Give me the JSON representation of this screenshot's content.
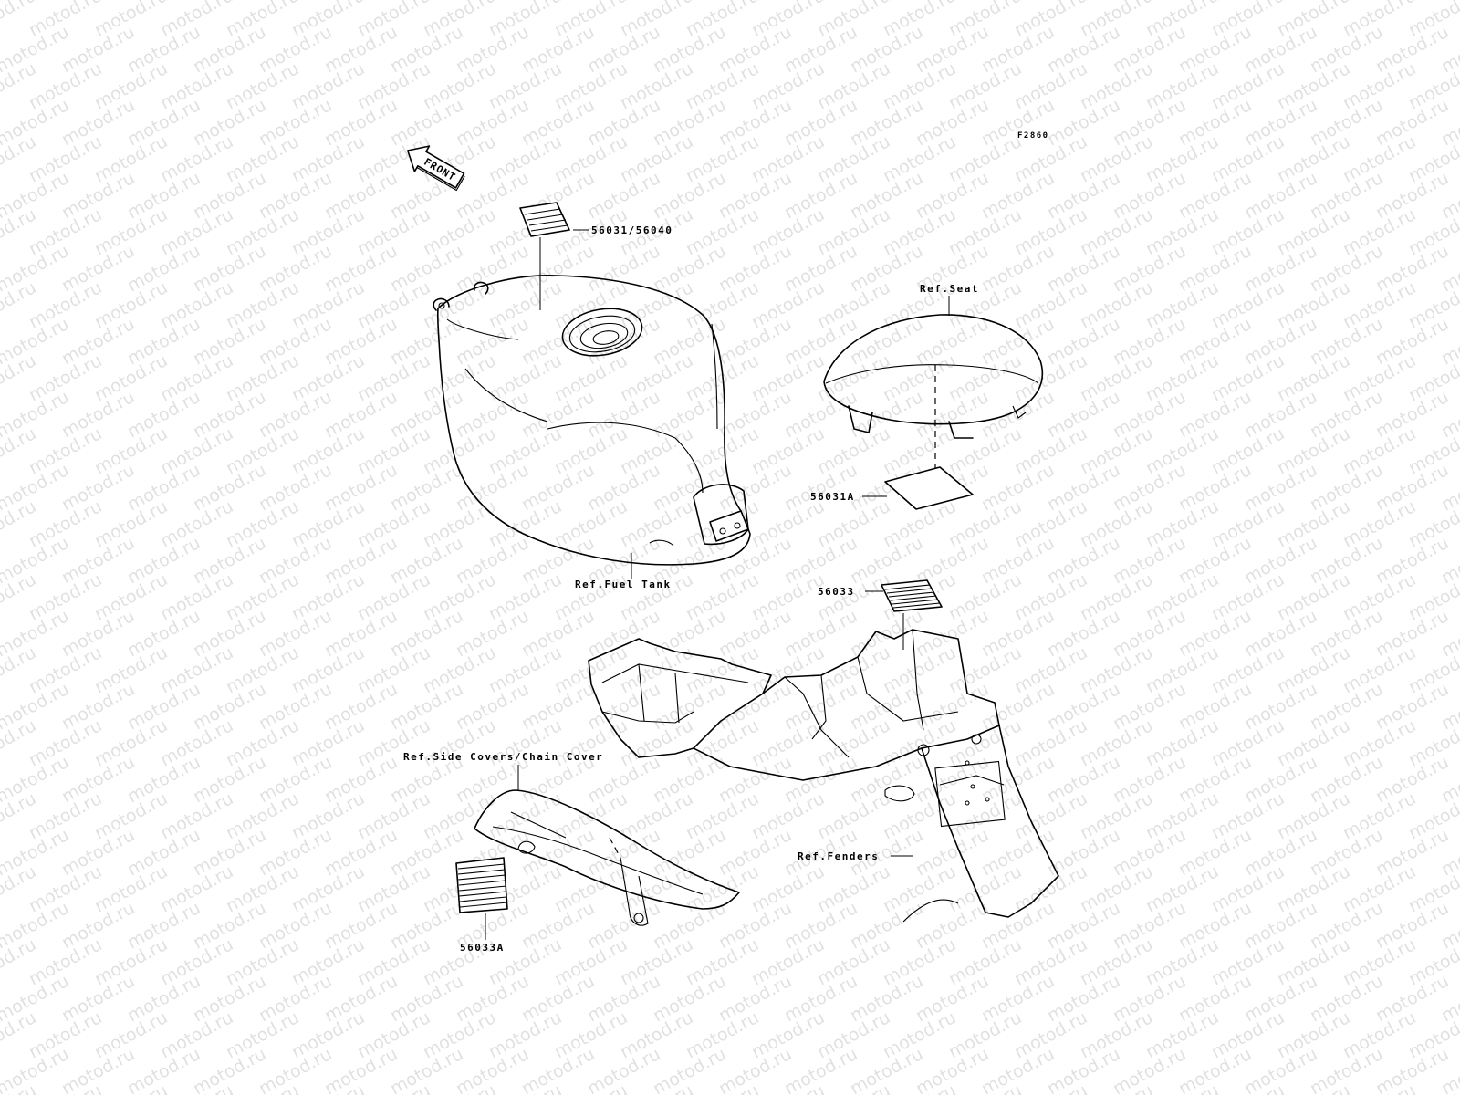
{
  "diagram_code": "F2860",
  "direction_arrow": {
    "label": "FRONT",
    "icon": "front-arrow-icon"
  },
  "watermark": {
    "text": "motod.ru"
  },
  "labels": {
    "fuel_tank_decal": "56031/56040",
    "fuel_tank_ref": "Ref.Fuel Tank",
    "seat_ref": "Ref.Seat",
    "seat_decal": "56031A",
    "fender_decal": "56033",
    "side_covers_ref": "Ref.Side Covers/Chain Cover",
    "fenders_ref": "Ref.Fenders",
    "chain_cover_decal": "56033A"
  }
}
